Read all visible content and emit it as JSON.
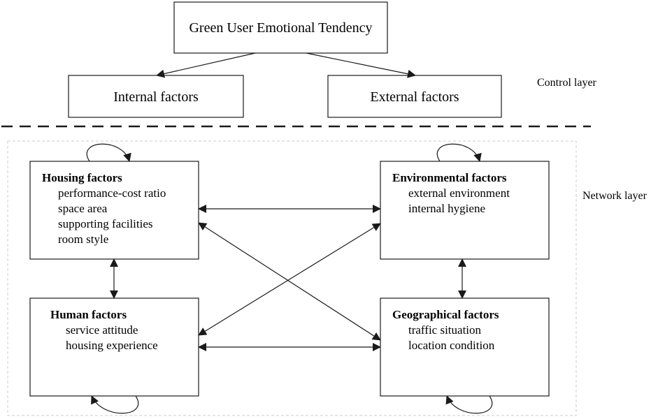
{
  "control": {
    "goal": "Green User Emotional Tendency",
    "internal": "Internal factors",
    "external": "External factors",
    "layer_label": "Control layer"
  },
  "network": {
    "layer_label": "Network layer",
    "housing": {
      "title": "Housing factors",
      "items": [
        "performance-cost ratio",
        "space area",
        "supporting facilities",
        "room style"
      ]
    },
    "environmental": {
      "title": "Environmental factors",
      "items": [
        "external environment",
        "internal hygiene"
      ]
    },
    "human": {
      "title": "Human factors",
      "items": [
        "service attitude",
        "housing experience"
      ]
    },
    "geographical": {
      "title": "Geographical factors",
      "items": [
        "traffic situation",
        "location condition"
      ]
    }
  },
  "colors": {
    "line": "#1a1a1a",
    "dashed_frame": "#cccccc",
    "text": "#111111"
  }
}
